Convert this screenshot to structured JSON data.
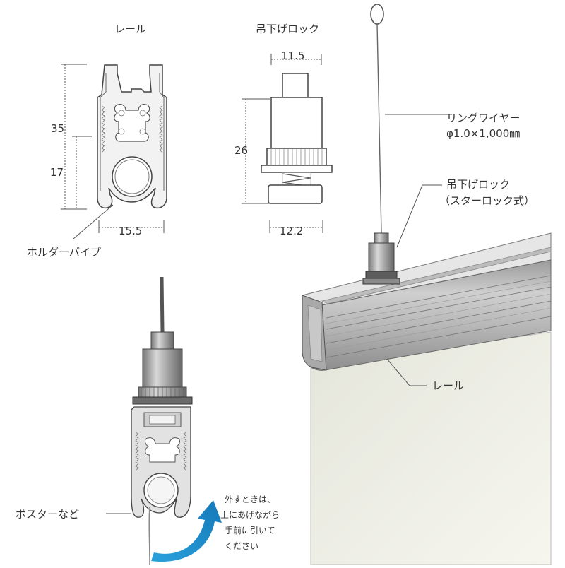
{
  "rail_title": "レール",
  "lock_title": "吊下げロック",
  "dimensions": {
    "rail_height": "35",
    "pipe_height": "17",
    "rail_width": "15.5",
    "lock_top_width": "11.5",
    "lock_height": "26",
    "lock_bottom_width": "12.2"
  },
  "holder_pipe_label": "ホルダーパイプ",
  "wire_label": {
    "line1": "リングワイヤー",
    "line2": "φ1.0×1,000㎜"
  },
  "lock_label": {
    "line1": "吊下げロック",
    "line2": "（スターロック式）"
  },
  "rail_label": "レール",
  "poster_label": "ポスターなど",
  "removal_note": [
    "外すときは、",
    "上にあげながら",
    "手前に引いて",
    "ください"
  ],
  "colors": {
    "line": "#555555",
    "rail_fill": "#e9e9e9",
    "rail_dark": "#8a8a8a",
    "arrow_blue": "#1e8fcf",
    "poster": "#eeefe6"
  }
}
